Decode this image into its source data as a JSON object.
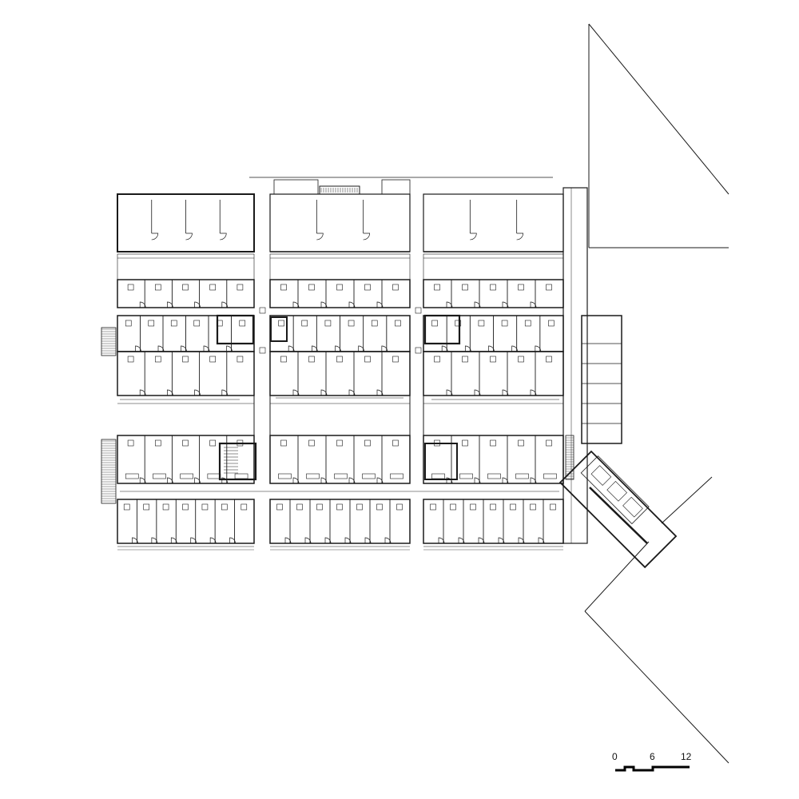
{
  "drawing": {
    "type": "architectural floor plan",
    "line_color": "#1a1a1a",
    "background": "#ffffff"
  },
  "scale_bar": {
    "labels": [
      "0",
      "6",
      "12"
    ]
  }
}
